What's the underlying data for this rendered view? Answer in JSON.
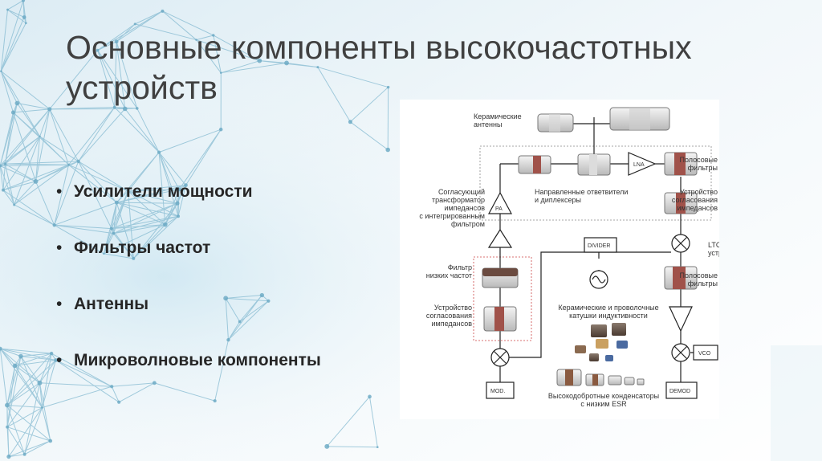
{
  "slide": {
    "title": "Основные компоненты высокочастотных устройств",
    "bullets": [
      "Усилители мощности",
      "Фильтры частот",
      "Антенны",
      "Микроволновые компоненты"
    ]
  },
  "diagram": {
    "labels": {
      "ceramic_antennas": [
        "Керамические",
        "антенны"
      ],
      "bandpass_top": [
        "Полосовые",
        "фильтры"
      ],
      "matching_right": [
        "Устройство",
        "согласования",
        "импедансов"
      ],
      "matching_transformer": [
        "Согласующий",
        "трансформатор",
        "импедансов",
        "с интегрированным",
        "фильтром"
      ],
      "couplers": [
        "Направленные ответвители",
        "и диплексеры"
      ],
      "ltcc": [
        "LTCC-",
        "устройства"
      ],
      "lowpass": [
        "Фильтр",
        "низких частот"
      ],
      "matching_left": [
        "Устройство",
        "согласования",
        "импедансов"
      ],
      "bandpass_bottom": [
        "Полосовые",
        "фильтры"
      ],
      "inductors": [
        "Керамические и проволочные",
        "катушки индуктивности"
      ],
      "capacitors": [
        "Высокодобротные конденсаторы",
        "с низким ESR"
      ]
    },
    "blocks": {
      "pa": "PA",
      "lna": "LNA",
      "divider": "DIVIDER",
      "vco": "VCO",
      "mod": "MOD.",
      "demod": "DEMOD"
    }
  }
}
